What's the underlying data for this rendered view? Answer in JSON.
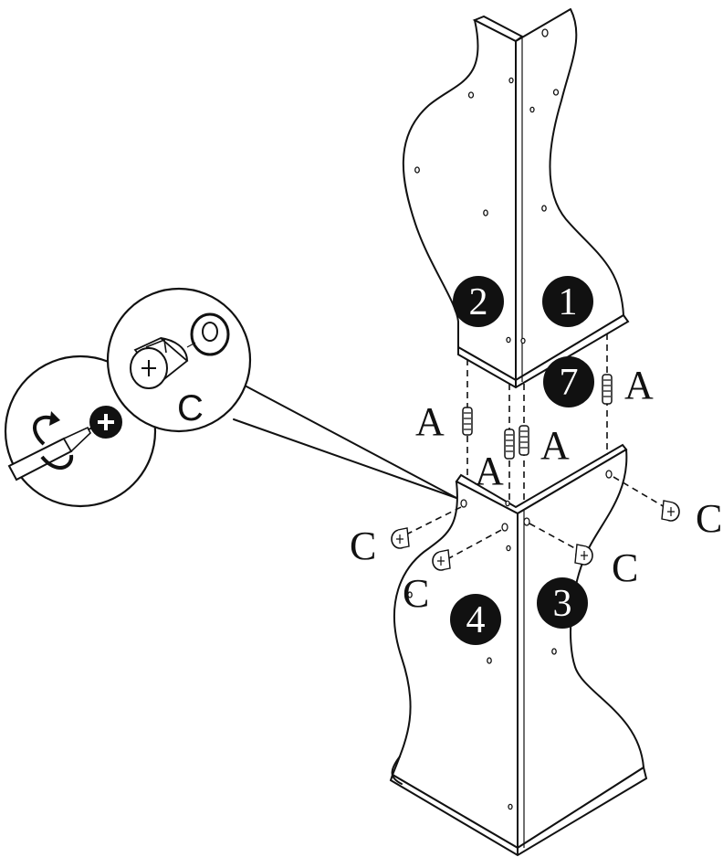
{
  "diagram": {
    "parts": [
      {
        "id": "p1",
        "number": "1"
      },
      {
        "id": "p2",
        "number": "2"
      },
      {
        "id": "p3",
        "number": "3"
      },
      {
        "id": "p4",
        "number": "4"
      },
      {
        "id": "p7",
        "number": "7"
      }
    ],
    "hardware_labels": {
      "dowel": "A",
      "cam": "C"
    },
    "callout": {
      "cam_label": "C"
    }
  }
}
